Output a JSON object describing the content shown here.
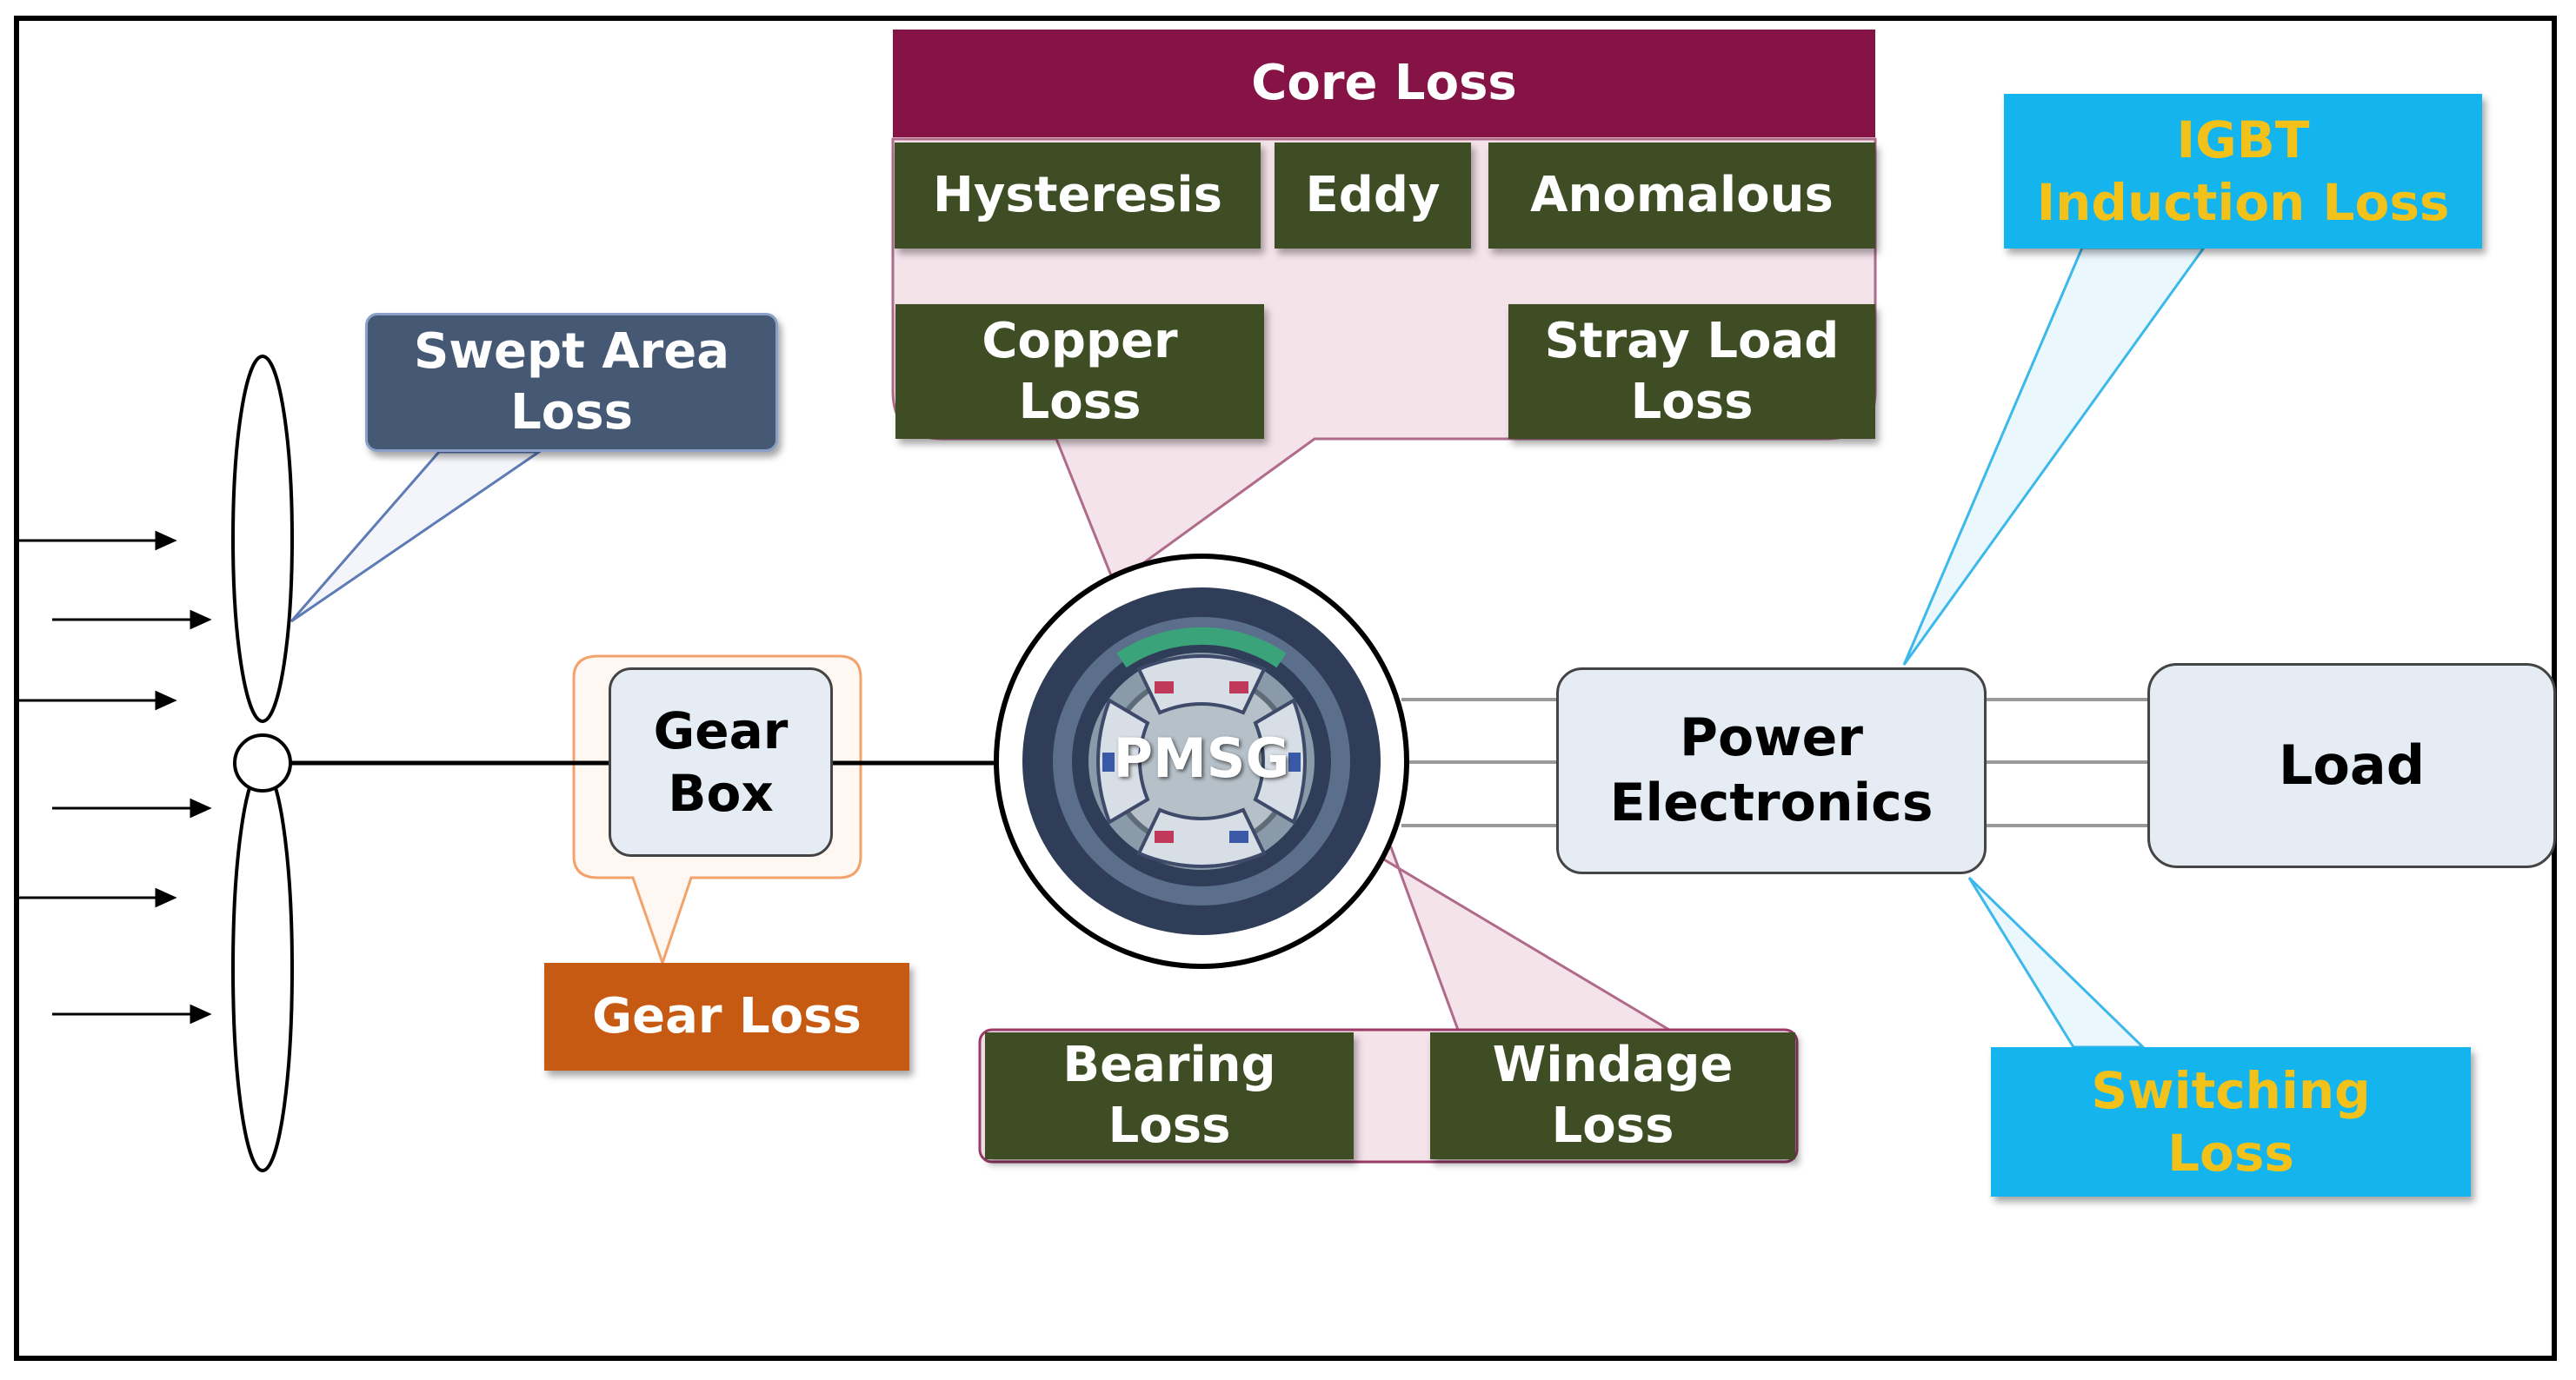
{
  "losses": {
    "core_loss": "Core Loss",
    "hysteresis": "Hysteresis",
    "eddy": "Eddy",
    "anomalous": "Anomalous",
    "copper_loss": "Copper\nLoss",
    "stray_load_loss": "Stray Load\nLoss",
    "swept_area_loss": "Swept Area\nLoss",
    "gear_loss": "Gear Loss",
    "bearing_loss": "Bearing\nLoss",
    "windage_loss": "Windage\nLoss",
    "igbt_induction_loss": "IGBT\nInduction Loss",
    "switching_loss": "Switching\nLoss"
  },
  "components": {
    "gear_box": "Gear\nBox",
    "pmsg": "PMSG",
    "power_electronics": "Power\nElectronics",
    "load": "Load"
  },
  "colors": {
    "core_loss_bg": "#861346",
    "sub_loss_bg": "#3e4d24",
    "swept_area_bg": "#455874",
    "gear_loss_bg": "#c75a12",
    "electronics_loss_bg": "#14b4ee",
    "electronics_loss_text": "#f2c21a"
  }
}
